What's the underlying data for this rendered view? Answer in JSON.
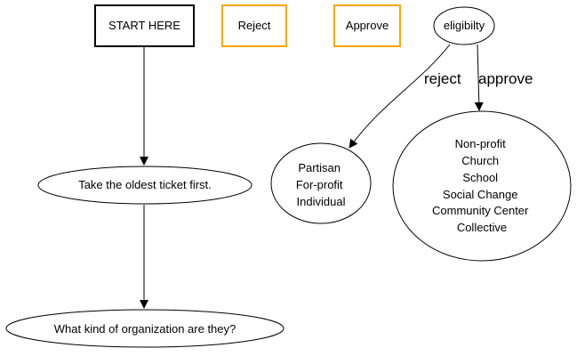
{
  "diagram": {
    "nodes": {
      "start_here": {
        "label": "START HERE"
      },
      "reject": {
        "label": "Reject"
      },
      "approve": {
        "label": "Approve"
      },
      "eligibility": {
        "label": "eligibilty"
      },
      "oldest_ticket": {
        "label": "Take the oldest ticket first."
      },
      "org_kind": {
        "label": "What kind of organization are they?"
      },
      "rejected_types": {
        "lines": [
          "Partisan",
          "For-profit",
          "Individual"
        ]
      },
      "approved_types": {
        "lines": [
          "Non-profit",
          "Church",
          "School",
          "Social Change",
          "Community Center",
          "Collective"
        ]
      }
    },
    "edges": {
      "reject_label": "reject",
      "approve_label": "approve"
    },
    "colors": {
      "stroke": "#000000",
      "legend_box": "#ffa500",
      "background": "#ffffff"
    }
  }
}
